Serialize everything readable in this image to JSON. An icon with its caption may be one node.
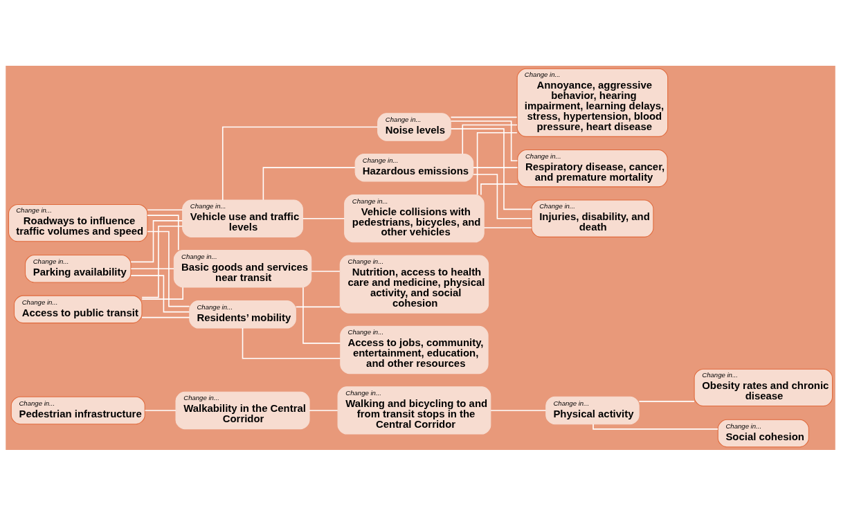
{
  "diagram": {
    "nodes": [
      {
        "text": [
          "Change in...",
          "Pedestrian infrastructure"
        ]
      },
      {
        "text": [
          "Change in...",
          "Walkability in the Central Corridor"
        ]
      },
      {
        "text": [
          "Change in...",
          "Walking and bicycling to and from transit stops in the Central Corridor"
        ]
      },
      {
        "text": [
          "Change in...",
          "Physical activity"
        ]
      },
      {
        "text": [
          "Change in...",
          "Obesity rates and chronic disease"
        ]
      },
      {
        "text": [
          "Change in...",
          "Social cohesion"
        ]
      },
      {
        "text": [
          "Change in...",
          "Roadways to influence traffic volumes and speed"
        ]
      },
      {
        "text": [
          "Change in...",
          "Parking availability"
        ]
      },
      {
        "text": [
          "Change in...",
          "Access to public transit"
        ]
      },
      {
        "text": [
          "Change in...",
          "Vehicle use and traffic levels"
        ]
      },
      {
        "text": [
          "Change in...",
          "Residents’ mobility"
        ]
      },
      {
        "text": [
          "Change in...",
          "Basic goods and services near transit"
        ]
      },
      {
        "text": [
          "Change in...",
          "Noise levels"
        ]
      },
      {
        "text": [
          "Change in...",
          "Hazardous emissions"
        ]
      },
      {
        "text": [
          "Change in...",
          "Vehicle collisions with pedestrians, bicycles, and other vehicles"
        ]
      },
      {
        "text": [
          "Change in...",
          "Access to jobs, community, entertainment, education, and other resources"
        ]
      },
      {
        "text": [
          "Change in...",
          "Nutrition, access to health care and medicine, physical activity, and social cohesion"
        ]
      },
      {
        "text": [
          "Change in...",
          "Annoyance, aggressive behavior, hearing impairment, learning delays, stress, hypertension, blood pressure, heart disease"
        ]
      },
      {
        "text": [
          "Change in...",
          "Respiratory disease, cancer, and premature mortality"
        ]
      },
      {
        "text": [
          "Change in...",
          "Injuries, disability, and death"
        ]
      }
    ],
    "edges": [
      {
        "from": 0,
        "to": 1,
        "arrow": "none"
      },
      {
        "from": 1,
        "to": 2,
        "arrow": "none"
      },
      {
        "from": 2,
        "to": 3,
        "arrow": "none"
      },
      {
        "from": 3,
        "to": 4,
        "arrow": "none"
      },
      {
        "from": 3,
        "to": 5,
        "arrow": "none"
      },
      {
        "from": 6,
        "to": 9,
        "arrow": "none"
      },
      {
        "from": 6,
        "to": 10,
        "arrow": "none"
      },
      {
        "from": 6,
        "to": 11,
        "arrow": "none"
      },
      {
        "from": 7,
        "to": 9,
        "arrow": "none"
      },
      {
        "from": 7,
        "to": 10,
        "arrow": "none"
      },
      {
        "from": 7,
        "to": 11,
        "arrow": "none"
      },
      {
        "from": 8,
        "to": 9,
        "arrow": "none"
      },
      {
        "from": 8,
        "to": 10,
        "arrow": "none"
      },
      {
        "from": 8,
        "to": 11,
        "arrow": "none"
      },
      {
        "from": 9,
        "to": 12,
        "arrow": "none"
      },
      {
        "from": 9,
        "to": 13,
        "arrow": "none"
      },
      {
        "from": 9,
        "to": 14,
        "arrow": "none"
      },
      {
        "from": 10,
        "to": 15,
        "arrow": "none"
      },
      {
        "from": 10,
        "to": 16,
        "arrow": "none"
      },
      {
        "from": 11,
        "to": 15,
        "arrow": "none"
      },
      {
        "from": 11,
        "to": 16,
        "arrow": "none"
      },
      {
        "from": 12,
        "to": 17,
        "arrow": "none"
      },
      {
        "from": 12,
        "to": 18,
        "arrow": "none"
      },
      {
        "from": 12,
        "to": 19,
        "arrow": "none"
      },
      {
        "from": 13,
        "to": 17,
        "arrow": "none"
      },
      {
        "from": 13,
        "to": 18,
        "arrow": "none"
      },
      {
        "from": 13,
        "to": 19,
        "arrow": "none"
      },
      {
        "from": 14,
        "to": 17,
        "arrow": "none"
      },
      {
        "from": 14,
        "to": 18,
        "arrow": "none"
      },
      {
        "from": 14,
        "to": 19,
        "arrow": "none"
      }
    ]
  }
}
